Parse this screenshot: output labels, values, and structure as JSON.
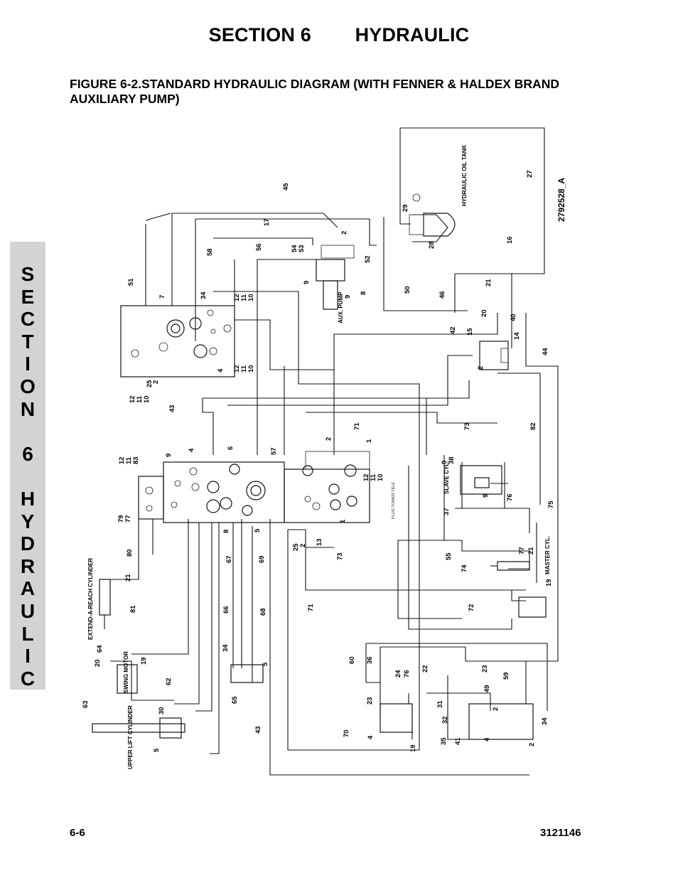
{
  "header": {
    "section_title": "SECTION 6        HYDRAULIC",
    "figure_title": "FIGURE 6-2.STANDARD HYDRAULIC DIAGRAM (WITH FENNER & HALDEX BRAND AUXILIARY PUMP)"
  },
  "side_tab": {
    "letters": [
      "S",
      "E",
      "C",
      "T",
      "I",
      "O",
      "N",
      "",
      "6",
      "",
      "H",
      "Y",
      "D",
      "R",
      "A",
      "U",
      "L",
      "I",
      "C"
    ]
  },
  "diagram": {
    "drawing_number": "2792528_A",
    "component_labels": {
      "tank": "HYDRAULIC OIL TANK",
      "aux_pump": "AUX. PUMP",
      "slave_cyl": "SLAVE CYL.",
      "master_cyl": "MASTER CYL.",
      "extend_a_reach": "EXTEND-A-REACH CYLINDER",
      "swing_motor": "SWING MOTOR",
      "upper_lift": "UPPER LIFT CYLINDER",
      "plug_tower_tele": "PLUG TOWER TELE"
    },
    "callouts": {
      "c45": "45",
      "c17": "17",
      "c58": "58",
      "c56": "56",
      "c54": "54",
      "c53": "53",
      "c2a": "2",
      "c52": "52",
      "c9a": "9",
      "c9b": "9",
      "c8a": "8",
      "c51": "51",
      "c7": "7",
      "c34a": "34",
      "c12a": "12",
      "c11a": "11",
      "c10a": "10",
      "c50": "50",
      "c46": "46",
      "c21a": "21",
      "c20": "20",
      "c29": "29",
      "c28": "28",
      "c16": "16",
      "c27": "27",
      "c40": "40",
      "c14": "14",
      "c15": "15",
      "c42": "42",
      "c44": "44",
      "c4a": "4",
      "c12b": "12",
      "c11b": "11",
      "c10b": "10",
      "c25a": "25",
      "c2b": "2",
      "c12c": "12",
      "c11c": "11",
      "c10c": "10",
      "c43a": "43",
      "c2c": "2",
      "c73a": "73",
      "c82": "82",
      "c12d": "12",
      "c11d": "11",
      "c83": "83",
      "c9c": "9",
      "c4b": "4",
      "c6": "6",
      "c57": "57",
      "c2d": "2",
      "c71a": "71",
      "c1a": "1",
      "c12e": "12",
      "c11e": "11",
      "c10e": "10",
      "c9d": "9",
      "c38": "38",
      "c9e": "9",
      "c76": "76",
      "c79": "79",
      "c77a": "77",
      "c37": "37",
      "c75": "75",
      "c8b": "8",
      "c5a": "5",
      "c25b": "25",
      "c2e": "2",
      "c13": "13",
      "c1b": "1",
      "c80": "80",
      "c67": "67",
      "c69": "69",
      "c73b": "73",
      "c55": "55",
      "c74": "74",
      "c77b": "77",
      "c21b": "21",
      "c21c": "21",
      "c71b": "71",
      "c72": "72",
      "c19a": "19",
      "c81": "81",
      "c66": "66",
      "c68": "68",
      "c64": "64",
      "c20b": "20",
      "c19b": "19",
      "c34b": "34",
      "c5b": "5",
      "c60": "60",
      "c36": "36",
      "c24": "24",
      "c76b": "76",
      "c22": "22",
      "c23a": "23",
      "c59": "59",
      "c63": "63",
      "c62": "62",
      "c65": "65",
      "c49": "49",
      "c30": "30",
      "c23b": "23",
      "c31": "31",
      "c2f": "2",
      "c34c": "34",
      "c43b": "43",
      "c70": "70",
      "c4c": "4",
      "c32": "32",
      "c5c": "5",
      "c19c": "19",
      "c35": "35",
      "c41": "41",
      "c4d": "4",
      "c2g": "2"
    }
  },
  "footer": {
    "page_number": "6-6",
    "doc_number": "3121146"
  }
}
